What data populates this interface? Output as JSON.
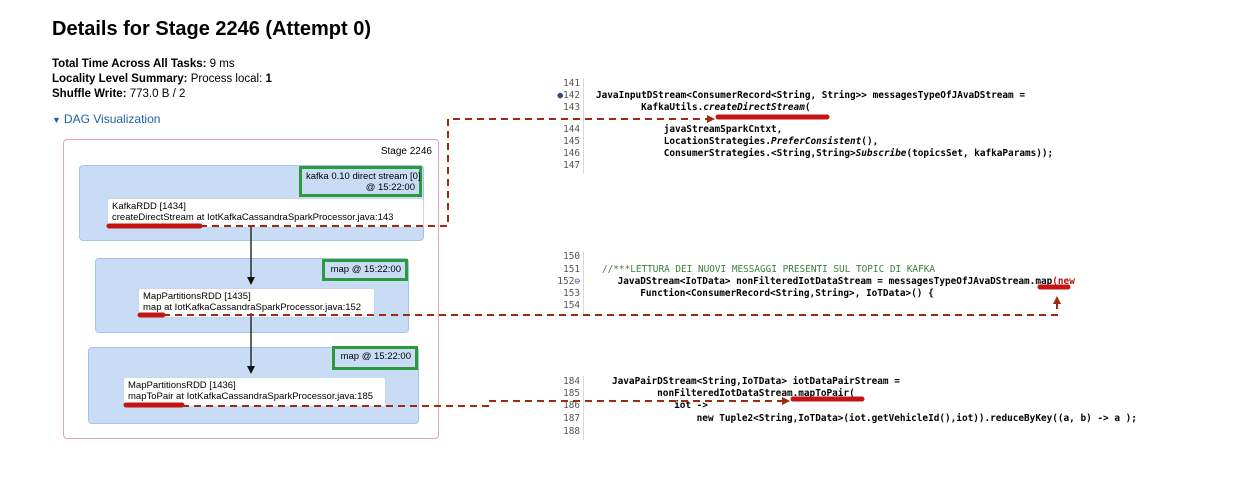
{
  "title": "Details for Stage 2246 (Attempt 0)",
  "summary": {
    "total_time_label": "Total Time Across All Tasks:",
    "total_time_value": " 9 ms",
    "locality_label": "Locality Level Summary:",
    "locality_value": " Process local: ",
    "locality_count": "1",
    "shuffle_label": "Shuffle Write:",
    "shuffle_value": " 773.0 B / 2"
  },
  "dag_link": "DAG Visualization",
  "stage_label": "Stage 2246",
  "operators": [
    {
      "label_line1": "kafka 0.10 direct stream [0]",
      "label_line2": "@ 15:22:00",
      "rdd_line1": "KafkaRDD [1434]",
      "rdd_line2": "createDirectStream at IotKafkaCassandraSparkProcessor.java:143"
    },
    {
      "label_line1": "map @ 15:22:00",
      "label_line2": "",
      "rdd_line1": "MapPartitionsRDD [1435]",
      "rdd_line2": "map at IotKafkaCassandraSparkProcessor.java:152"
    },
    {
      "label_line1": "map @ 15:22:00",
      "label_line2": "",
      "rdd_line1": "MapPartitionsRDD [1436]",
      "rdd_line2": "mapToPair at IotKafkaCassandraSparkProcessor.java:185"
    }
  ],
  "code_blocks": [
    {
      "lines": [
        {
          "num": "141",
          "parts": []
        },
        {
          "num": "142",
          "marker": "●",
          "parts": [
            {
              "t": "JavaInputDStream<ConsumerRecord<String, String>> messagesTypeOfJAvaDStream =",
              "c": "kw"
            }
          ]
        },
        {
          "num": "143",
          "parts": [
            {
              "t": "        KafkaUtils.",
              "c": "kw"
            },
            {
              "t": "createDirectStream",
              "c": "kw it"
            },
            {
              "t": "(",
              "c": "kw"
            }
          ]
        },
        {
          "num": "144",
          "parts": [
            {
              "t": "            javaStreamSparkCntxt,",
              "c": "kw"
            }
          ]
        },
        {
          "num": "145",
          "parts": [
            {
              "t": "            LocationStrategies.",
              "c": "kw"
            },
            {
              "t": "PreferConsistent",
              "c": "kw it"
            },
            {
              "t": "(),",
              "c": "kw"
            }
          ]
        },
        {
          "num": "146",
          "parts": [
            {
              "t": "            ConsumerStrategies.<String,String>",
              "c": "kw"
            },
            {
              "t": "Subscribe",
              "c": "kw it"
            },
            {
              "t": "(topicsSet, kafkaParams));",
              "c": "kw"
            }
          ]
        },
        {
          "num": "147",
          "parts": []
        }
      ]
    },
    {
      "lines": [
        {
          "num": "150",
          "parts": []
        },
        {
          "num": "151",
          "parts": [
            {
              "t": "//***LETTURA DEI NUOVI MESSAGGI PRESENTI SUL TOPIC DI KAFKA",
              "c": "cm"
            }
          ]
        },
        {
          "num": "152",
          "marker": "⊖",
          "parts": [
            {
              "t": " JavaDStream<IoTData> nonFilteredIotDataStream = messagesTypeOfJAvaDStream.",
              "c": "kw"
            },
            {
              "t": "map",
              "c": "kw"
            },
            {
              "t": "(new",
              "c": "kw red"
            }
          ]
        },
        {
          "num": "153",
          "parts": [
            {
              "t": "     Function<ConsumerRecord<String,String>, IoTData>() {",
              "c": "kw"
            }
          ]
        },
        {
          "num": "154",
          "parts": []
        }
      ]
    },
    {
      "lines": [
        {
          "num": "184",
          "parts": [
            {
              "t": "JavaPairDStream<String,IoTData> iotDataPairStream =",
              "c": "kw"
            }
          ]
        },
        {
          "num": "185",
          "parts": [
            {
              "t": "        nonFilteredIotDataStream.",
              "c": "kw"
            },
            {
              "t": "mapToPair",
              "c": "kw"
            },
            {
              "t": "(",
              "c": "kw"
            }
          ]
        },
        {
          "num": "186",
          "parts": [
            {
              "t": "           iot ->",
              "c": "kw"
            }
          ]
        },
        {
          "num": "187",
          "parts": [
            {
              "t": "               new Tuple2<String,IoTData>(iot.getVehicleId(),iot)).reduceByKey((a, b) -> a );",
              "c": "kw"
            }
          ]
        },
        {
          "num": "188",
          "parts": []
        }
      ]
    }
  ],
  "colors": {
    "green_highlight": "#2c9a3c",
    "red_underline": "#c41414",
    "arrow": "#a02a10",
    "op_fill": "#c9dcf6",
    "link": "#1f5fa9",
    "stage_border": "#e8a3a8"
  }
}
